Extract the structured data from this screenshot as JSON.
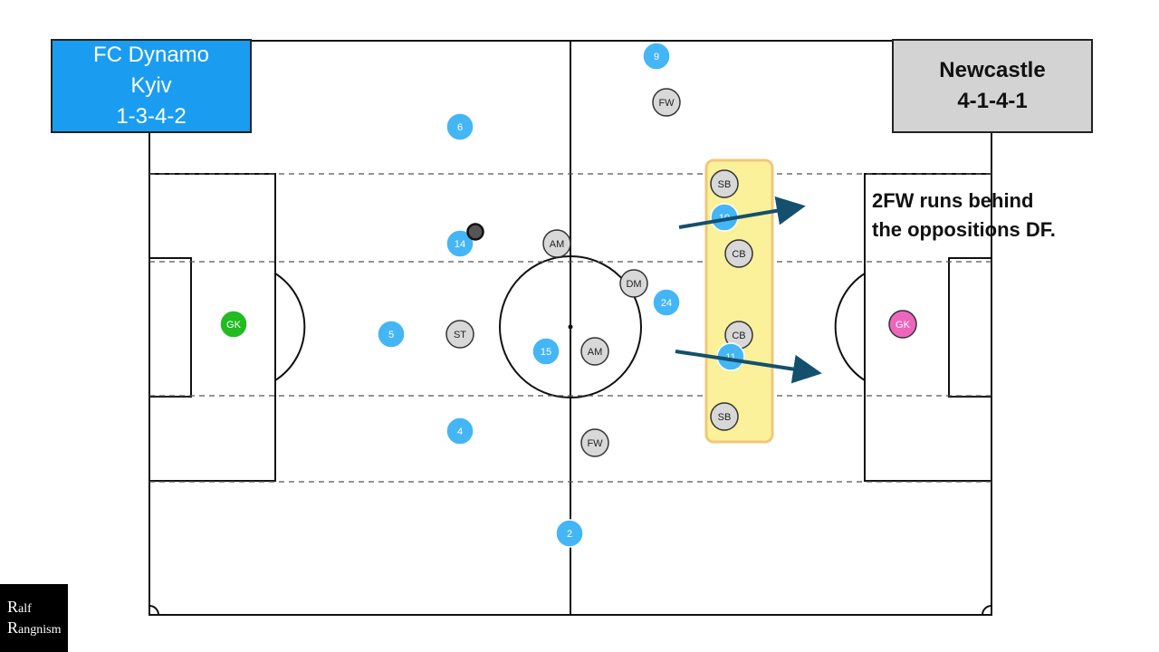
{
  "home_team": {
    "name_line1": "FC Dynamo",
    "name_line2": "Kyiv",
    "formation": "1-3-4-2",
    "color": "#1a9df0"
  },
  "away_team": {
    "name": "Newcastle",
    "formation": "4-1-4-1",
    "color": "#d3d3d3"
  },
  "annotation": {
    "line1": "2FW runs behind",
    "line2": "the oppositions DF."
  },
  "brand": {
    "line1_cap": "R",
    "line1_rest": "alf",
    "line2_cap": "R",
    "line2_rest": "angnism"
  },
  "home_players": [
    {
      "label": "9",
      "type": "outfield"
    },
    {
      "label": "6",
      "type": "outfield"
    },
    {
      "label": "14",
      "type": "outfield"
    },
    {
      "label": "10",
      "type": "outfield"
    },
    {
      "label": "24",
      "type": "outfield"
    },
    {
      "label": "GK",
      "type": "keeper"
    },
    {
      "label": "5",
      "type": "outfield"
    },
    {
      "label": "15",
      "type": "outfield"
    },
    {
      "label": "11",
      "type": "outfield"
    },
    {
      "label": "4",
      "type": "outfield"
    },
    {
      "label": "2",
      "type": "outfield"
    }
  ],
  "away_players": [
    {
      "label": "FW",
      "type": "outfield"
    },
    {
      "label": "SB",
      "type": "outfield"
    },
    {
      "label": "AM",
      "type": "outfield"
    },
    {
      "label": "CB",
      "type": "outfield"
    },
    {
      "label": "DM",
      "type": "outfield"
    },
    {
      "label": "ST",
      "type": "outfield"
    },
    {
      "label": "AM",
      "type": "outfield"
    },
    {
      "label": "CB",
      "type": "outfield"
    },
    {
      "label": "GK",
      "type": "keeper"
    },
    {
      "label": "SB",
      "type": "outfield"
    },
    {
      "label": "FW",
      "type": "outfield"
    }
  ],
  "colors": {
    "home_outfield": "#45b6f5",
    "home_keeper": "#22bb22",
    "away_outfield": "#d8d8d8",
    "away_keeper": "#ee66bb",
    "highlight_fill": "#faf19a",
    "highlight_border": "#f2c77a",
    "arrow": "#14506e",
    "ball": "#555555"
  }
}
